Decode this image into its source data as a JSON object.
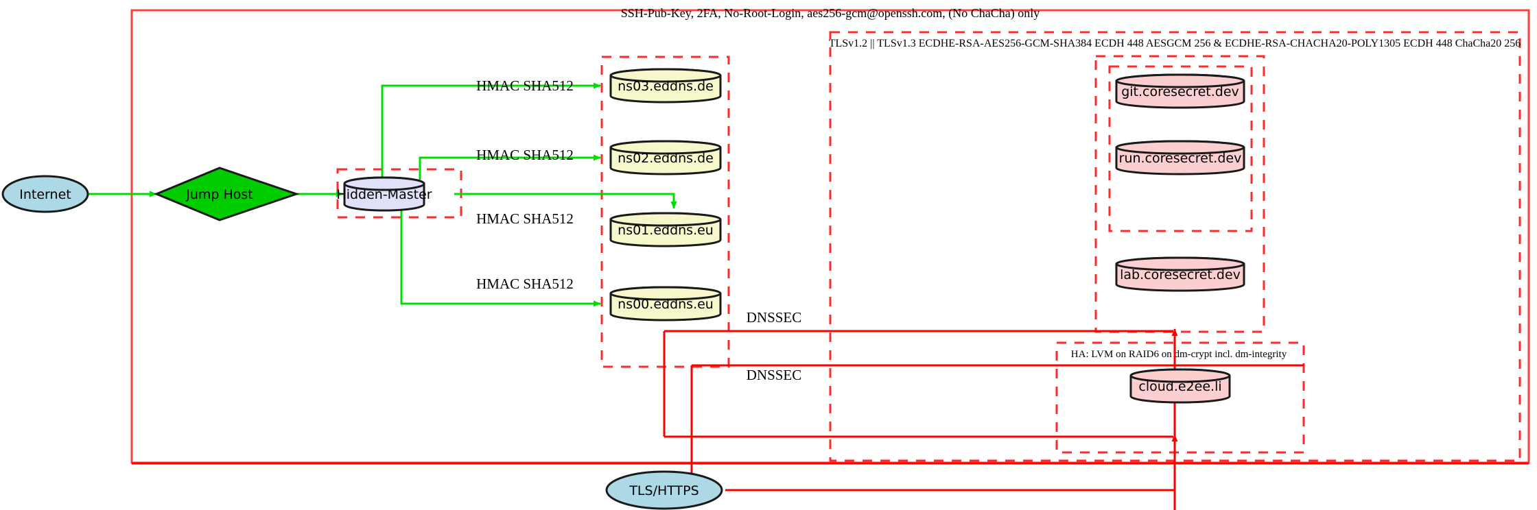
{
  "diagram": {
    "title_label": "SSH-Pub-Key, 2FA, No-Root-Login, aes256-gcm@openssh.com, (No ChaCha) only",
    "tls_cluster_label": "TLSv1.2 || TLSv1.3 ECDHE-RSA-AES256-GCM-SHA384 ECDH 448 AESGCM 256 & ECDHE-RSA-CHACHA20-POLY1305 ECDH 448 ChaCha20 256",
    "ha_cluster_label": "HA: LVM on RAID6 on dm-crypt incl. dm-integrity"
  },
  "nodes": {
    "internet": {
      "label": "Internet",
      "shape": "ellipse",
      "fill": "#add8e6"
    },
    "jump_host": {
      "label": "Jump Host",
      "shape": "diamond",
      "fill": "#00cc00"
    },
    "hidden_master": {
      "label": "Hidden-Master",
      "shape": "cylinder",
      "fill": "#e0e0f8"
    },
    "tls_https": {
      "label": "TLS/HTTPS",
      "shape": "ellipse",
      "fill": "#add8e6"
    }
  },
  "dns_servers": [
    {
      "label": "ns03.eddns.de",
      "fill": "#f7f7cc"
    },
    {
      "label": "ns02.eddns.de",
      "fill": "#f7f7cc"
    },
    {
      "label": "ns01.eddns.eu",
      "fill": "#f7f7cc"
    },
    {
      "label": "ns00.eddns.eu",
      "fill": "#f7f7cc"
    }
  ],
  "app_servers": [
    {
      "label": "git.coresecret.dev",
      "fill": "#fbcfcf"
    },
    {
      "label": "run.coresecret.dev",
      "fill": "#fbcfcf"
    },
    {
      "label": "lab.coresecret.dev",
      "fill": "#fbcfcf"
    }
  ],
  "storage_servers": [
    {
      "label": "cloud.e2ee.li",
      "fill": "#fbcfcf"
    }
  ],
  "edge_labels": {
    "hmac": [
      "HMAC SHA512",
      "HMAC SHA512",
      "HMAC SHA512",
      "HMAC SHA512"
    ],
    "dnssec": [
      "DNSSEC",
      "DNSSEC"
    ]
  },
  "colors": {
    "green_edge": "#00dd00",
    "red_edge": "#ff0000",
    "cluster_border": "#ff2a2a",
    "dns_fill": "#f7f7cc",
    "app_fill": "#fbcfcf",
    "master_fill": "#e0e0f8",
    "ellipse_fill": "#add8e6",
    "diamond_fill": "#00cc00"
  }
}
